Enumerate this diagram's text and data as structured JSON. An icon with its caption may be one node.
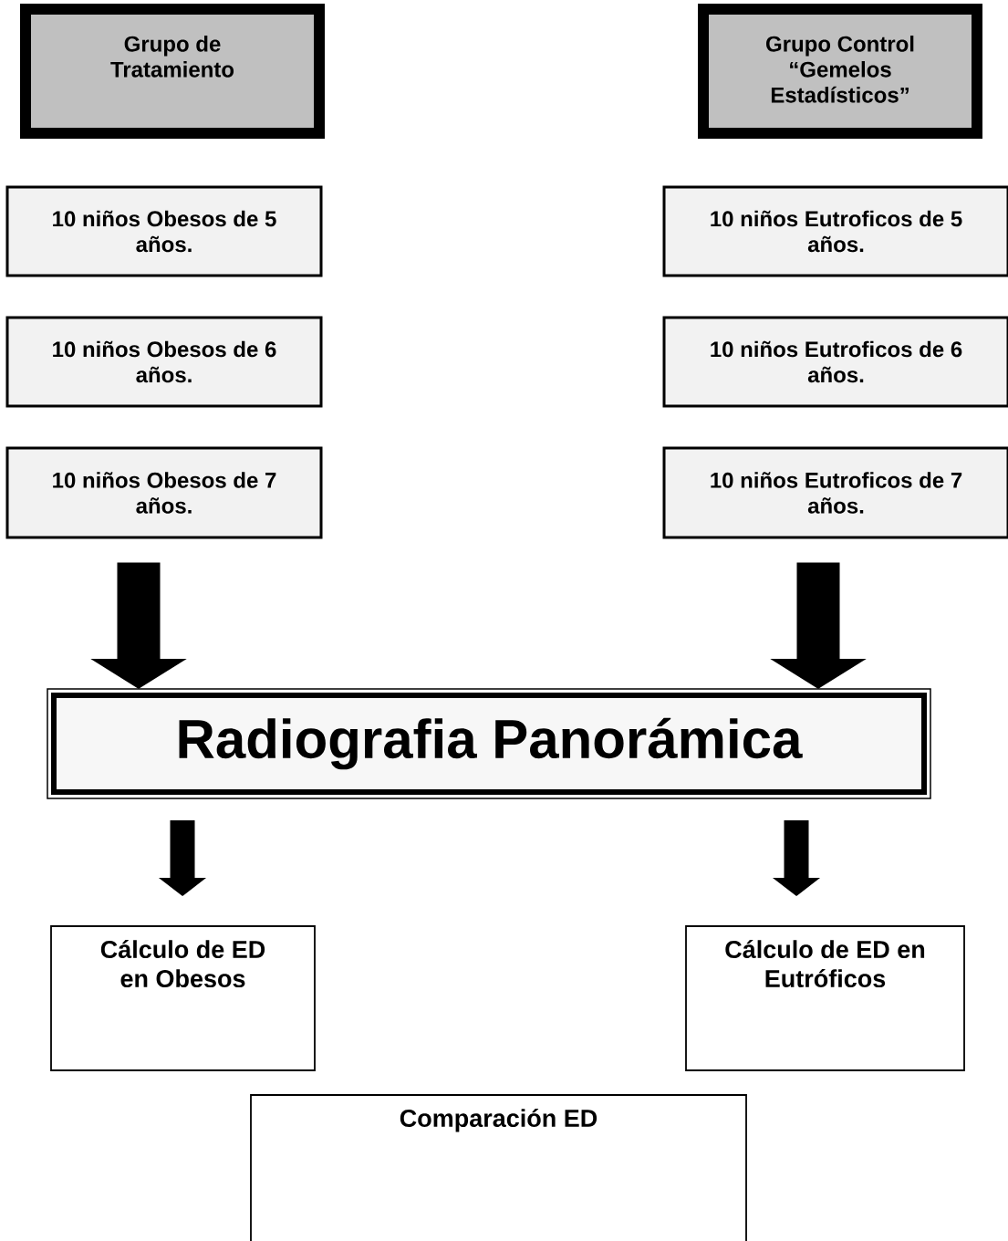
{
  "diagram": {
    "nodes": [
      {
        "text": [
          "Grupo de Tratamiento"
        ]
      },
      {
        "text": [
          "Grupo Control “Gemelos Estadísticos”"
        ]
      },
      {
        "text": [
          "10 niños Obesos de 5 años."
        ]
      },
      {
        "text": [
          "10 niños Eutroficos de 5 años."
        ]
      },
      {
        "text": [
          "10 niños Obesos de 6 años."
        ]
      },
      {
        "text": [
          "10 niños Eutroficos de 6 años."
        ]
      },
      {
        "text": [
          "10 niños Obesos de 7 años."
        ]
      },
      {
        "text": [
          "10 niños Eutroficos de 7 años."
        ]
      },
      {
        "text": [
          "Radiografia Panorámica"
        ]
      },
      {
        "text": [
          "Cálculo de ED en Obesos"
        ]
      },
      {
        "text": [
          "Cálculo de ED en Eutróficos"
        ]
      },
      {
        "text": [
          "Comparación ED"
        ]
      }
    ],
    "edges": [
      {
        "from": 6,
        "to": 8,
        "arrow": "to"
      },
      {
        "from": 7,
        "to": 8,
        "arrow": "to"
      },
      {
        "from": 8,
        "to": 9,
        "arrow": "to"
      },
      {
        "from": 8,
        "to": 10,
        "arrow": "to"
      }
    ]
  }
}
